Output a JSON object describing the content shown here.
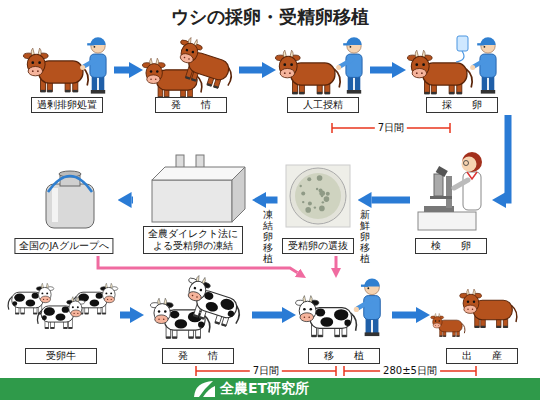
{
  "diagram": {
    "title": "ウシの採卵・受精卵移植",
    "nodes": [
      {
        "text": [
          "過剰排卵処置"
        ]
      },
      {
        "text": [
          "発　　情"
        ]
      },
      {
        "text": [
          "人工授精"
        ]
      },
      {
        "text": [
          "採　　卵"
        ]
      },
      {
        "text": [
          "検　　卵"
        ]
      },
      {
        "text": [
          "受精卵の選抜"
        ]
      },
      {
        "text": [
          "全農ダイレクト法による受精卵の凍結"
        ]
      },
      {
        "text": [
          "全国のJAグループへ"
        ]
      },
      {
        "text": [
          "受卵牛"
        ]
      },
      {
        "text": [
          "発　　情"
        ]
      },
      {
        "text": [
          "移　　植"
        ]
      },
      {
        "text": [
          "出　　産"
        ]
      }
    ],
    "edges": [
      {
        "from": 0,
        "to": 1,
        "arrow": "to"
      },
      {
        "from": 1,
        "to": 2,
        "arrow": "to"
      },
      {
        "from": 2,
        "to": 3,
        "arrow": "to"
      },
      {
        "from": 3,
        "to": 4,
        "arrow": "to"
      },
      {
        "from": 4,
        "to": 5,
        "arrow": "to"
      },
      {
        "from": 5,
        "to": 6,
        "arrow": "to"
      },
      {
        "from": 6,
        "to": 7,
        "arrow": "to"
      },
      {
        "from": 7,
        "to": 10,
        "label": "凍結卵移植",
        "arrow": "to"
      },
      {
        "from": 5,
        "to": 10,
        "label": "新鮮卵移植",
        "arrow": "to"
      },
      {
        "from": 8,
        "to": 9,
        "arrow": "to"
      },
      {
        "from": 9,
        "to": 10,
        "arrow": "to"
      },
      {
        "from": 10,
        "to": 11,
        "arrow": "to"
      }
    ],
    "labels": [
      "7日間",
      "7日間",
      "280±5日間",
      "全農ET研究所"
    ]
  }
}
